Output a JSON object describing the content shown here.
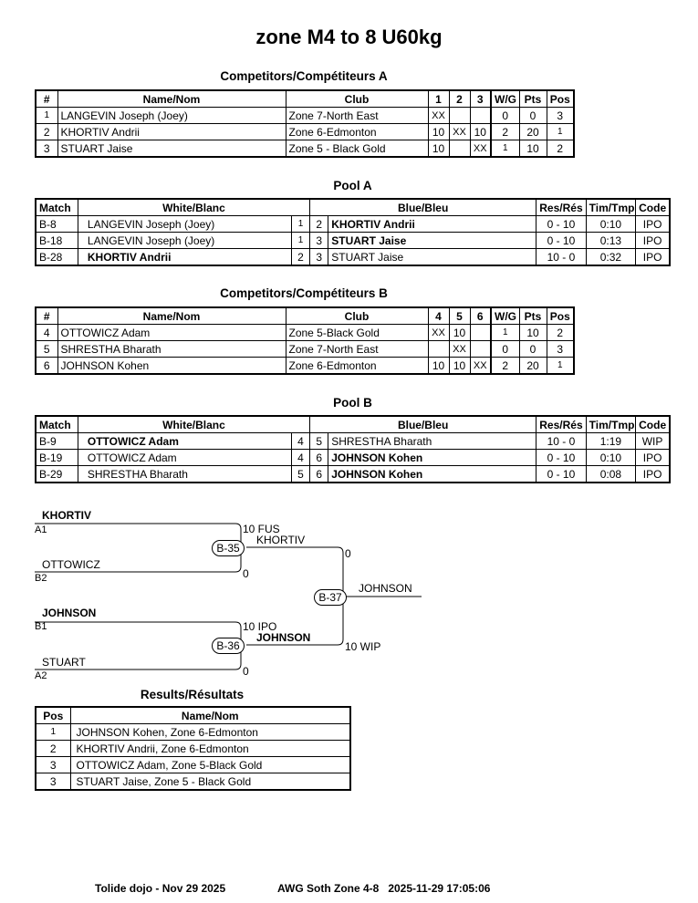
{
  "title": "zone M4 to 8 U60kg",
  "competitors_a": {
    "caption": "Competitors/Compétiteurs A",
    "headers": {
      "num": "#",
      "name": "Name/Nom",
      "club": "Club",
      "c1": "1",
      "c2": "2",
      "c3": "3",
      "wg": "W/G",
      "pts": "Pts",
      "pos": "Pos"
    },
    "rows": [
      {
        "num": "1",
        "name": "LANGEVIN Joseph (Joey)",
        "club": "Zone 7-North East",
        "s1": "XX",
        "s2": "",
        "s3": "",
        "wg": "0",
        "pts": "0",
        "pos": "3"
      },
      {
        "num": "2",
        "name": "KHORTIV Andrii",
        "club": "Zone 6-Edmonton",
        "s1": "10",
        "s2": "XX",
        "s3": "10",
        "wg": "2",
        "pts": "20",
        "pos": "1"
      },
      {
        "num": "3",
        "name": "STUART Jaise",
        "club": "Zone 5 - Black Gold",
        "s1": "10",
        "s2": "",
        "s3": "XX",
        "wg": "1",
        "pts": "10",
        "pos": "2"
      }
    ]
  },
  "pool_a": {
    "caption": "Pool A",
    "headers": {
      "match": "Match",
      "white": "White/Blanc",
      "blue": "Blue/Bleu",
      "res": "Res/Rés",
      "time": "Tim/Tmp",
      "code": "Code"
    },
    "rows": [
      {
        "match": "B-8",
        "white": "LANGEVIN Joseph (Joey)",
        "wn": "1",
        "bn": "2",
        "blue": "KHORTIV Andrii",
        "res": "0 - 10",
        "time": "0:10",
        "code": "IPO"
      },
      {
        "match": "B-18",
        "white": "LANGEVIN Joseph (Joey)",
        "wn": "1",
        "bn": "3",
        "blue": "STUART Jaise",
        "res": "0 - 10",
        "time": "0:13",
        "code": "IPO"
      },
      {
        "match": "B-28",
        "white": "KHORTIV Andrii",
        "wn": "2",
        "bn": "3",
        "blue": "STUART Jaise",
        "res": "10 - 0",
        "time": "0:32",
        "code": "IPO"
      }
    ]
  },
  "competitors_b": {
    "caption": "Competitors/Compétiteurs B",
    "headers": {
      "num": "#",
      "name": "Name/Nom",
      "club": "Club",
      "c1": "4",
      "c2": "5",
      "c3": "6",
      "wg": "W/G",
      "pts": "Pts",
      "pos": "Pos"
    },
    "rows": [
      {
        "num": "4",
        "name": "OTTOWICZ Adam",
        "club": "Zone 5-Black Gold",
        "s1": "XX",
        "s2": "10",
        "s3": "",
        "wg": "1",
        "pts": "10",
        "pos": "2"
      },
      {
        "num": "5",
        "name": "SHRESTHA Bharath",
        "club": "Zone 7-North East",
        "s1": "",
        "s2": "XX",
        "s3": "",
        "wg": "0",
        "pts": "0",
        "pos": "3"
      },
      {
        "num": "6",
        "name": "JOHNSON Kohen",
        "club": "Zone 6-Edmonton",
        "s1": "10",
        "s2": "10",
        "s3": "XX",
        "wg": "2",
        "pts": "20",
        "pos": "1"
      }
    ]
  },
  "pool_b": {
    "caption": "Pool B",
    "headers": {
      "match": "Match",
      "white": "White/Blanc",
      "blue": "Blue/Bleu",
      "res": "Res/Rés",
      "time": "Tim/Tmp",
      "code": "Code"
    },
    "rows": [
      {
        "match": "B-9",
        "white": "OTTOWICZ Adam",
        "wn": "4",
        "bn": "5",
        "blue": "SHRESTHA Bharath",
        "res": "10 - 0",
        "time": "1:19",
        "code": "WIP"
      },
      {
        "match": "B-19",
        "white": "OTTOWICZ Adam",
        "wn": "4",
        "bn": "6",
        "blue": "JOHNSON Kohen",
        "res": "0 - 10",
        "time": "0:10",
        "code": "IPO"
      },
      {
        "match": "B-29",
        "white": "SHRESTHA Bharath",
        "wn": "5",
        "bn": "6",
        "blue": "JOHNSON Kohen",
        "res": "0 - 10",
        "time": "0:08",
        "code": "IPO"
      }
    ]
  },
  "bracket": {
    "semi1": {
      "top_name": "KHORTIV",
      "top_seed": "A1",
      "top_score": "10 FUS",
      "bottom_name": "OTTOWICZ",
      "bottom_seed": "B2",
      "bottom_score": "0",
      "match": "B-35",
      "winner": "KHORTIV"
    },
    "semi2": {
      "top_name": "JOHNSON",
      "top_seed": "B1",
      "top_score": "10 IPO",
      "bottom_name": "STUART",
      "bottom_seed": "A2",
      "bottom_score": "0",
      "match": "B-36",
      "winner": "JOHNSON"
    },
    "final": {
      "match": "B-37",
      "winner": "JOHNSON",
      "top_score": "0",
      "bottom_score": "10 WIP"
    }
  },
  "results": {
    "caption": "Results/Résultats",
    "headers": {
      "pos": "Pos",
      "name": "Name/Nom"
    },
    "rows": [
      {
        "pos": "1",
        "name": "JOHNSON Kohen, Zone 6-Edmonton"
      },
      {
        "pos": "2",
        "name": "KHORTIV Andrii, Zone 6-Edmonton"
      },
      {
        "pos": "3",
        "name": "OTTOWICZ Adam, Zone 5-Black Gold"
      },
      {
        "pos": "3",
        "name": "STUART Jaise, Zone 5 - Black Gold"
      }
    ]
  },
  "footer": {
    "left": "Tolide dojo - Nov 29 2025",
    "right": "AWG Soth Zone 4-8   2025-11-29 17:05:06"
  }
}
